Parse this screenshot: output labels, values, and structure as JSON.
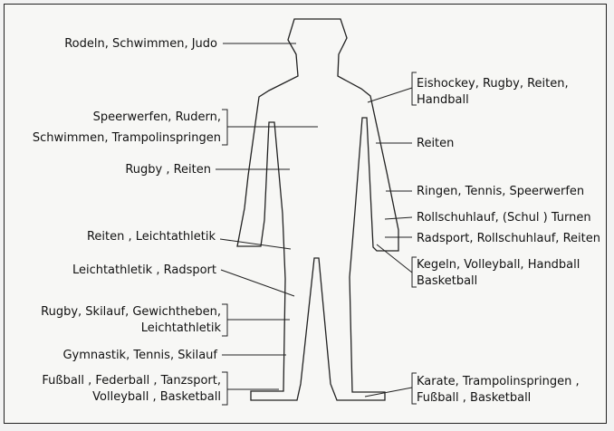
{
  "labels": {
    "head": "Rodeln, Schwimmen, Judo",
    "chest_1": "Speerwerfen, Rudern,",
    "chest_2": "Schwimmen, Trampolinspringen",
    "upper_arm_l": "Rugby , Reiten",
    "hand_l": "Reiten , Leichtathletik",
    "groin": "Leichtathletik , Radsport",
    "knee_1": "Rugby, Skilauf, Gewichtheben,",
    "knee_2": "Leichtathletik",
    "shin_l": "Gymnastik, Tennis, Skilauf",
    "foot_l_1": "Fußball , Federball , Tanzsport,",
    "foot_l_2": "Volleyball , Basketball",
    "shoulder_1": "Eishockey, Rugby, Reiten,",
    "shoulder_2": "Handball",
    "upper_arm_r": "Reiten",
    "elbow_r": "Ringen, Tennis, Speerwerfen",
    "forearm_r": "Rollschuhlauf, (Schul ) Turnen",
    "wrist_r": "Radsport, Rollschuhlauf, Reiten",
    "hand_r_1": "Kegeln, Volleyball, Handball",
    "hand_r_2": "Basketball",
    "foot_r_1": "Karate, Trampolinspringen ,",
    "foot_r_2": "Fußball , Basketball"
  }
}
